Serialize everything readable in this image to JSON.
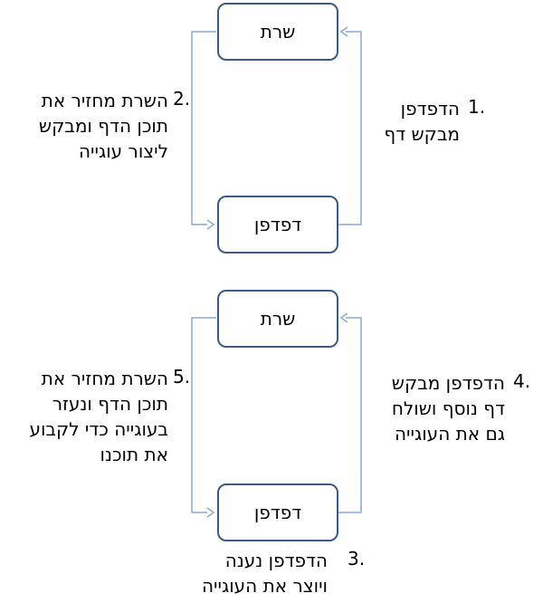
{
  "colors": {
    "box_border": "#3b5a8a",
    "arrow": "#8aaad6"
  },
  "top": {
    "server_label": "שרת",
    "browser_label": "דפדפן",
    "step1": {
      "num": "1.",
      "lines": [
        "הדפדפן",
        "מבקש דף"
      ]
    },
    "step2": {
      "num": "2.",
      "lines": [
        "השרת מחזיר את",
        "תוכן הדף ומבקש",
        "ליצור עוגייה"
      ]
    }
  },
  "bottom": {
    "server_label": "שרת",
    "browser_label": "דפדפן",
    "step4": {
      "num": "4.",
      "lines": [
        "הדפדפן מבקש",
        "דף נוסף ושולח",
        "גם את העוגייה"
      ]
    },
    "step5": {
      "num": "5.",
      "lines": [
        "השרת מחזיר את",
        "תוכן הדף ונעזר",
        "בעוגייה כדי לקבוע",
        "את תוכנו"
      ]
    },
    "step3": {
      "num": "3.",
      "lines": [
        "הדפדפן נענה",
        "ויוצר את העוגייה"
      ]
    }
  }
}
